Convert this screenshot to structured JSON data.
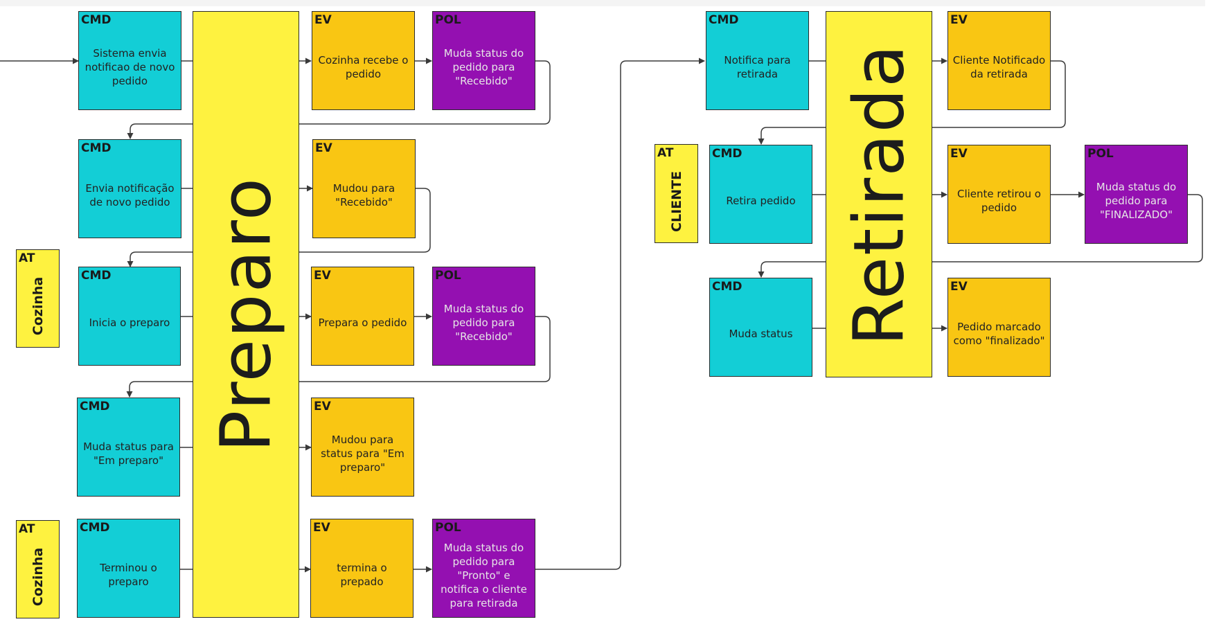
{
  "colors": {
    "cmd": "#13ced6",
    "ev": "#f9c613",
    "pol": "#9410b1",
    "at": "#fef240",
    "line": "#3a3a3a"
  },
  "swimlanes": {
    "preparo": "Preparo",
    "retirada": "Retirada"
  },
  "actors": [
    {
      "tag": "AT",
      "name": "Cozinha"
    },
    {
      "tag": "AT",
      "name": "Cozinha"
    },
    {
      "tag": "AT",
      "name": "CLIENTE"
    }
  ],
  "preparo_rows": [
    {
      "cmd": {
        "tag": "CMD",
        "text": "Sistema envia notificao de novo pedido"
      },
      "ev": {
        "tag": "EV",
        "text": "Cozinha recebe o pedido"
      },
      "pol": {
        "tag": "POL",
        "text": "Muda status do pedido para \"Recebido\""
      }
    },
    {
      "cmd": {
        "tag": "CMD",
        "text": "Envia notificação de novo pedido"
      },
      "ev": {
        "tag": "EV",
        "text": "Mudou para \"Recebido\""
      }
    },
    {
      "cmd": {
        "tag": "CMD",
        "text": "Inicia o preparo"
      },
      "ev": {
        "tag": "EV",
        "text": "Prepara o pedido"
      },
      "pol": {
        "tag": "POL",
        "text": "Muda status do pedido para \"Recebido\""
      }
    },
    {
      "cmd": {
        "tag": "CMD",
        "text": "Muda status para \"Em preparo\""
      },
      "ev": {
        "tag": "EV",
        "text": "Mudou para status para \"Em preparo\""
      }
    },
    {
      "cmd": {
        "tag": "CMD",
        "text": "Terminou o preparo"
      },
      "ev": {
        "tag": "EV",
        "text": "termina o prepado"
      },
      "pol": {
        "tag": "POL",
        "text": "Muda status do pedido para \"Pronto\" e notifica o cliente para retirada"
      }
    }
  ],
  "retirada_rows": [
    {
      "cmd": {
        "tag": "CMD",
        "text": "Notifica para retirada"
      },
      "ev": {
        "tag": "EV",
        "text": "Cliente Notificado da retirada"
      }
    },
    {
      "cmd": {
        "tag": "CMD",
        "text": "Retira pedido"
      },
      "ev": {
        "tag": "EV",
        "text": "Cliente retirou o pedido"
      },
      "pol": {
        "tag": "POL",
        "text": "Muda status do pedido para \"FINALIZADO\""
      }
    },
    {
      "cmd": {
        "tag": "CMD",
        "text": "Muda status"
      },
      "ev": {
        "tag": "EV",
        "text": "Pedido marcado como \"finalizado\""
      }
    }
  ]
}
